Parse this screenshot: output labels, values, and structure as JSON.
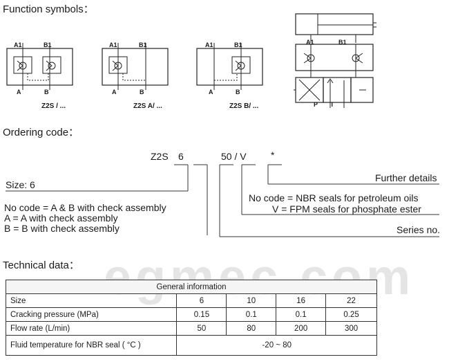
{
  "headings": {
    "function_symbols": "Function symbols：",
    "ordering_code": "Ordering code：",
    "technical_data": "Technical data："
  },
  "symbols": [
    {
      "a_top": "A1",
      "b_top": "B1",
      "a_bottom": "A",
      "b_bottom": "B",
      "caption": "Z2S / ..."
    },
    {
      "a_top": "A1",
      "b_top": "B1",
      "a_bottom": "A",
      "b_bottom": "B",
      "caption": "Z2S A/ ..."
    },
    {
      "a_top": "A1",
      "b_top": "B1",
      "a_bottom": "A",
      "b_bottom": "B",
      "caption": "Z2S B/ ..."
    }
  ],
  "stack": {
    "a_port": "A1",
    "b_port": "B1",
    "p_port": "P",
    "t_port": "T"
  },
  "ordering": {
    "code_prefix": "Z2S",
    "code_size": "6",
    "code_series": "50 / V",
    "code_star": "*",
    "further_details": "Further details",
    "size_label": "Size:  6",
    "seal_nbr": "No code =  NBR seals for petroleum oils",
    "seal_fpm": "V =  FPM seals for phosphate ester",
    "series_no": "Series no.",
    "check_ab": "No code =  A & B with check assembly",
    "check_a": "A =  A with check assembly",
    "check_b": "B =  B with check assembly"
  },
  "watermark": "egmec.com",
  "table": {
    "header": "General information",
    "rows": [
      {
        "label": "Size",
        "values": [
          "6",
          "10",
          "16",
          "22"
        ]
      },
      {
        "label": "Cracking pressure (MPa)",
        "values": [
          "0.15",
          "0.1",
          "0.1",
          "0.25"
        ]
      },
      {
        "label": "Flow rate (L/min)",
        "values": [
          "50",
          "80",
          "200",
          "300"
        ]
      }
    ],
    "temp_label": "Fluid temperature for NBR seal ( °C )",
    "temp_value": "-20 ~ 80"
  }
}
